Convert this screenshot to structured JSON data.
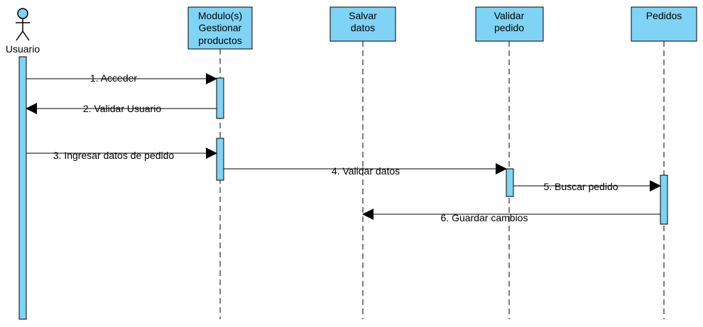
{
  "colors": {
    "fill": "#7fd3f5",
    "stroke": "#000000",
    "background": "#ffffff"
  },
  "actor": {
    "label": "Usuario",
    "icon": "stick-figure-icon"
  },
  "participants": [
    {
      "id": "modulos",
      "lines": [
        "Modulo(s)",
        "Gestionar",
        "productos"
      ]
    },
    {
      "id": "salvar",
      "lines": [
        "Salvar",
        "datos"
      ]
    },
    {
      "id": "validar",
      "lines": [
        "Validar",
        "pedido"
      ]
    },
    {
      "id": "pedidos",
      "lines": [
        "Pedidos"
      ]
    }
  ],
  "messages": [
    {
      "n": 1,
      "label": "1. Acceder",
      "from": "usuario",
      "to": "modulos",
      "line": "solid"
    },
    {
      "n": 2,
      "label": "2. Validar Usuario",
      "from": "modulos",
      "to": "usuario",
      "line": "solid"
    },
    {
      "n": 3,
      "label": "3. Ingresar datos de pedido",
      "from": "usuario",
      "to": "modulos",
      "line": "solid"
    },
    {
      "n": 4,
      "label": "4. Validar datos",
      "from": "modulos",
      "to": "validar",
      "line": "solid"
    },
    {
      "n": 5,
      "label": "5. Buscar pedido",
      "from": "validar",
      "to": "pedidos",
      "line": "solid"
    },
    {
      "n": 6,
      "label": "6. Guardar cambios",
      "from": "pedidos",
      "to": "salvar",
      "line": "solid"
    }
  ]
}
